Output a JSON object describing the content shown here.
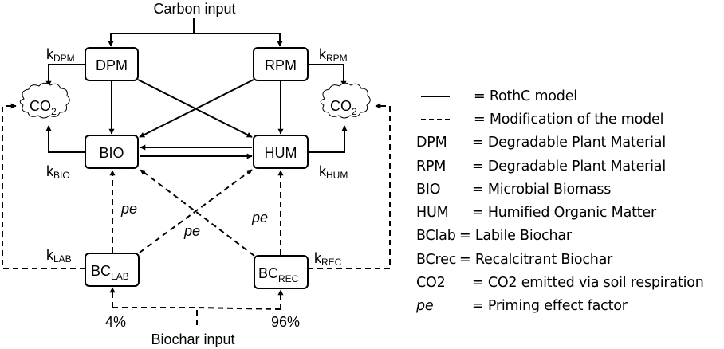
{
  "diagram": {
    "carbon_input": "Carbon input",
    "biochar_input": "Biochar input",
    "pools": {
      "dpm": "DPM",
      "rpm": "RPM",
      "bio": "BIO",
      "hum": "HUM",
      "bc_lab_main": "BC",
      "bc_lab_sub": "LAB",
      "bc_rec_main": "BC",
      "bc_rec_sub": "REC"
    },
    "co2": {
      "main": "CO",
      "sub": "2"
    },
    "rates": {
      "k": "k",
      "dpm": "DPM",
      "rpm": "RPM",
      "bio": "BIO",
      "hum": "HUM",
      "lab": "LAB",
      "rec": "REC"
    },
    "priming": "pe",
    "split": {
      "lab": "4%",
      "rec": "96%"
    }
  },
  "legend": [
    {
      "key": "",
      "style": "solid",
      "desc": "= RothC model"
    },
    {
      "key": "",
      "style": "dashed",
      "desc": "= Modification of the model"
    },
    {
      "key": "DPM",
      "desc": "= Degradable Plant Material"
    },
    {
      "key": "RPM",
      "desc": "= Degradable Plant Material"
    },
    {
      "key": "BIO",
      "desc": "= Microbial Biomass"
    },
    {
      "key": "HUM",
      "desc": "= Humified Organic Matter"
    },
    {
      "key": "BClab",
      "desc": "= Labile Biochar"
    },
    {
      "key": "BCrec",
      "desc": "= Recalcitrant Biochar"
    },
    {
      "key": "CO2",
      "desc": "= CO2 emitted via soil respiration"
    },
    {
      "key": "pe",
      "desc": "= Priming effect factor"
    }
  ]
}
